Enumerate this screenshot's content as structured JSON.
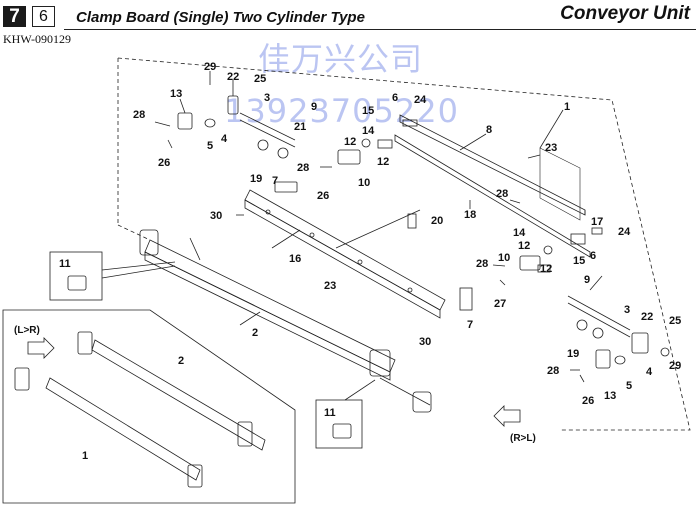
{
  "header": {
    "page_number": "7",
    "sub_number": "6",
    "title": "Clamp Board (Single) Two Cylinder Type",
    "unit": "Conveyor Unit",
    "doc_code": "KHW-090129"
  },
  "watermark": {
    "company": "佳万兴公司",
    "phone": "13923705220"
  },
  "directions": {
    "left_to_right": "(L>R)",
    "right_to_left": "(R>L)"
  },
  "part_labels": {
    "p1a": "1",
    "p1b": "1",
    "p2a": "2",
    "p2b": "2",
    "p3a": "3",
    "p3b": "3",
    "p4a": "4",
    "p4b": "4",
    "p5a": "5",
    "p5b": "5",
    "p6a": "6",
    "p6b": "6",
    "p7a": "7",
    "p7b": "7",
    "p8": "8",
    "p9a": "9",
    "p9b": "9",
    "p10a": "10",
    "p10b": "10",
    "p11a": "11",
    "p11b": "11",
    "p12a": "12",
    "p12b": "12",
    "p12c": "12",
    "p12d": "12",
    "p13a": "13",
    "p13b": "13",
    "p14a": "14",
    "p14b": "14",
    "p15a": "15",
    "p15b": "15",
    "p16": "16",
    "p17": "17",
    "p18": "18",
    "p19a": "19",
    "p19b": "19",
    "p20": "20",
    "p21": "21",
    "p22a": "22",
    "p22b": "22",
    "p23a": "23",
    "p23b": "23",
    "p24a": "24",
    "p24b": "24",
    "p25a": "25",
    "p25b": "25",
    "p26a": "26",
    "p26b": "26",
    "p26c": "26",
    "p27": "27",
    "p28a": "28",
    "p28b": "28",
    "p28c": "28",
    "p28d": "28",
    "p28e": "28",
    "p29a": "29",
    "p29b": "29",
    "p30a": "30",
    "p30b": "30"
  }
}
